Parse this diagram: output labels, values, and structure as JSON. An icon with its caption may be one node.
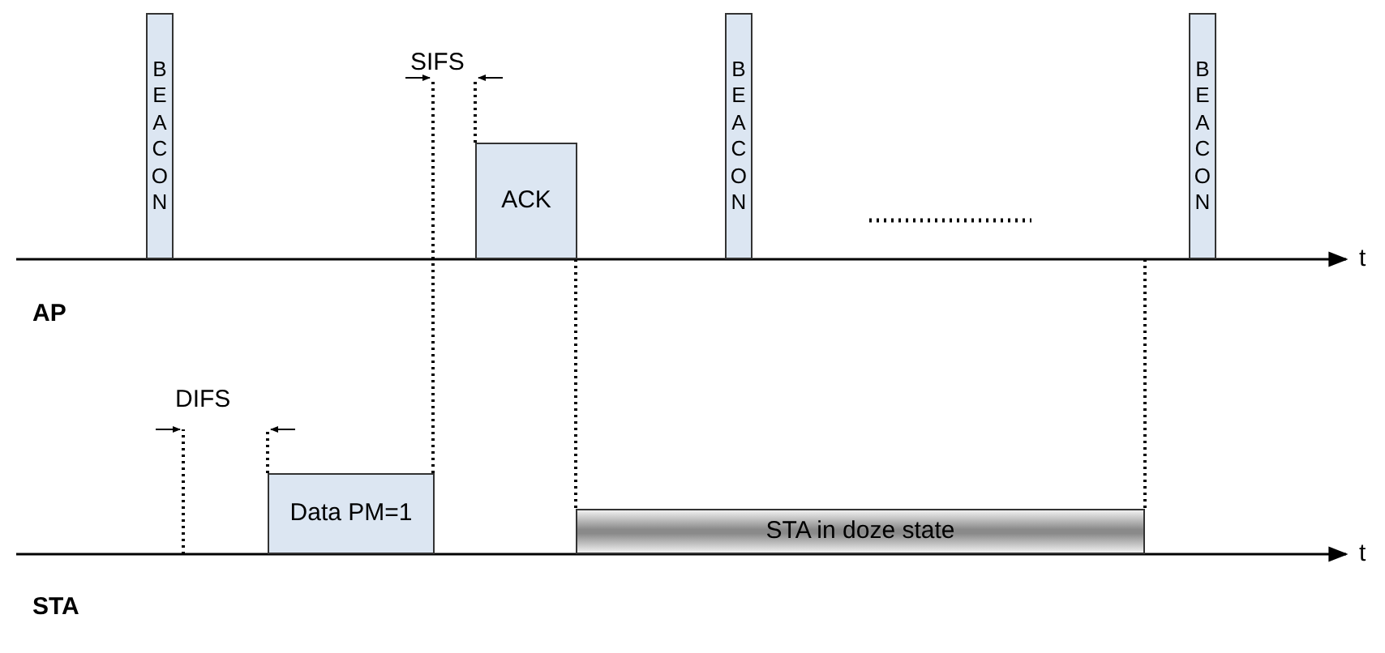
{
  "diagram": {
    "nodes": [
      {
        "text": [
          "BEACON"
        ]
      },
      {
        "text": [
          "ACK"
        ]
      },
      {
        "text": [
          "BEACON"
        ]
      },
      {
        "text": [
          "BEACON"
        ]
      },
      {
        "text": [
          "Data PM=1"
        ]
      },
      {
        "text": [
          "STA in doze state"
        ]
      }
    ],
    "labels": [
      "SIFS",
      "t",
      "AP",
      "DIFS",
      "t",
      "STA"
    ]
  }
}
